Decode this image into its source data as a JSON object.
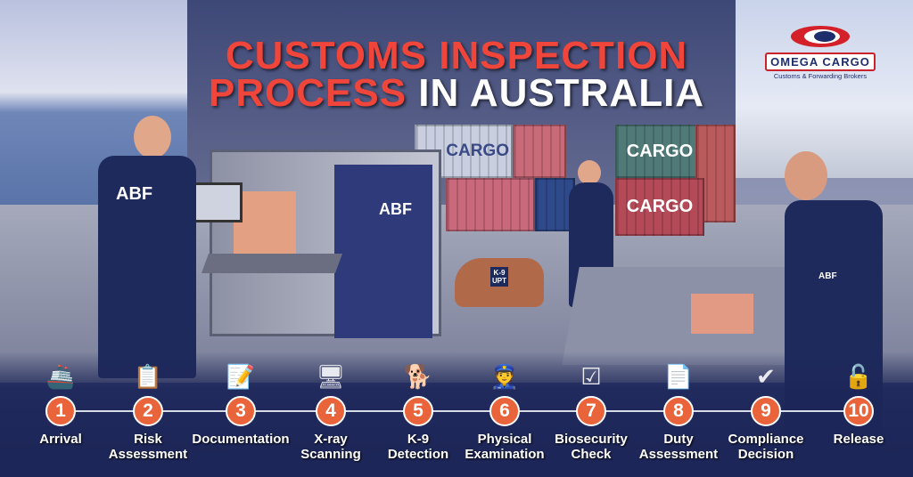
{
  "title": {
    "line1": "CUSTOMS INSPECTION",
    "line2_red": "PROCESS",
    "line2_white": " IN AUSTRALIA"
  },
  "logo": {
    "name": "OMEGA CARGO",
    "tagline": "Customs & Forwarding Brokers"
  },
  "scene": {
    "container_label": "CARGO",
    "agency": "ABF",
    "dog_vest": "K-9\nUPT"
  },
  "colors": {
    "title_red": "#f0453a",
    "step_orange": "#e9643a",
    "navy": "#1d2658"
  },
  "steps": [
    {
      "num": "1",
      "label": "Arrival",
      "icon": "ship-icon"
    },
    {
      "num": "2",
      "label": "Risk\nAssessment",
      "icon": "clipboard-search-icon"
    },
    {
      "num": "3",
      "label": "Documentation",
      "icon": "document-pen-icon"
    },
    {
      "num": "4",
      "label": "X-ray\nScanning",
      "icon": "xray-monitor-icon"
    },
    {
      "num": "5",
      "label": "K-9\nDetection",
      "icon": "dog-icon"
    },
    {
      "num": "6",
      "label": "Physical\nExamination",
      "icon": "officer-icon"
    },
    {
      "num": "7",
      "label": "Biosecurity\nCheck",
      "icon": "checklist-icon"
    },
    {
      "num": "8",
      "label": "Duty\nAssessment",
      "icon": "duty-document-icon"
    },
    {
      "num": "9",
      "label": "Compliance\nDecision",
      "icon": "compliance-icon"
    },
    {
      "num": "10",
      "label": "Release",
      "icon": "unlock-icon"
    }
  ]
}
